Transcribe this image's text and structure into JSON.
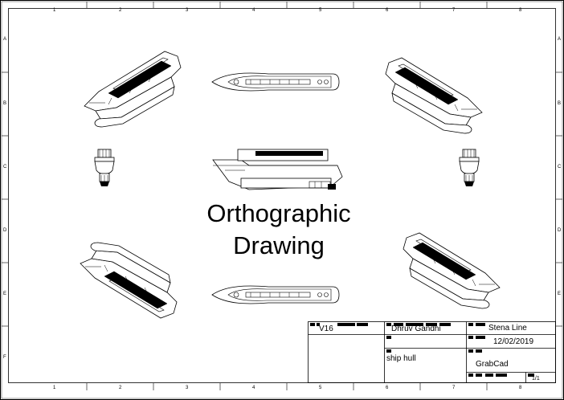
{
  "rulers": {
    "columns": [
      "1",
      "2",
      "3",
      "4",
      "5",
      "6",
      "7",
      "8"
    ],
    "rows": [
      "A",
      "B",
      "C",
      "D",
      "E",
      "F"
    ]
  },
  "drawing_title": {
    "line1": "Orthographic",
    "line2": "Drawing"
  },
  "title_block": {
    "revision": "V16",
    "author": "Dhruv Gandhi",
    "company": "Stena Line",
    "date": "12/02/2019",
    "part_name": "ship hull",
    "source": "GrabCad",
    "sheet": "1/1"
  },
  "views": [
    {
      "name": "isometric-view-top-left",
      "icon": "ship-isometric-icon"
    },
    {
      "name": "top-view",
      "icon": "ship-plan-icon"
    },
    {
      "name": "isometric-view-top-right",
      "icon": "ship-isometric-icon"
    },
    {
      "name": "front-view",
      "icon": "ship-bow-icon"
    },
    {
      "name": "side-view",
      "icon": "ship-profile-icon"
    },
    {
      "name": "rear-view",
      "icon": "ship-stern-icon"
    },
    {
      "name": "isometric-view-bottom-left",
      "icon": "ship-isometric-icon"
    },
    {
      "name": "bottom-view",
      "icon": "ship-plan-icon"
    },
    {
      "name": "isometric-view-bottom-right",
      "icon": "ship-isometric-icon"
    }
  ]
}
